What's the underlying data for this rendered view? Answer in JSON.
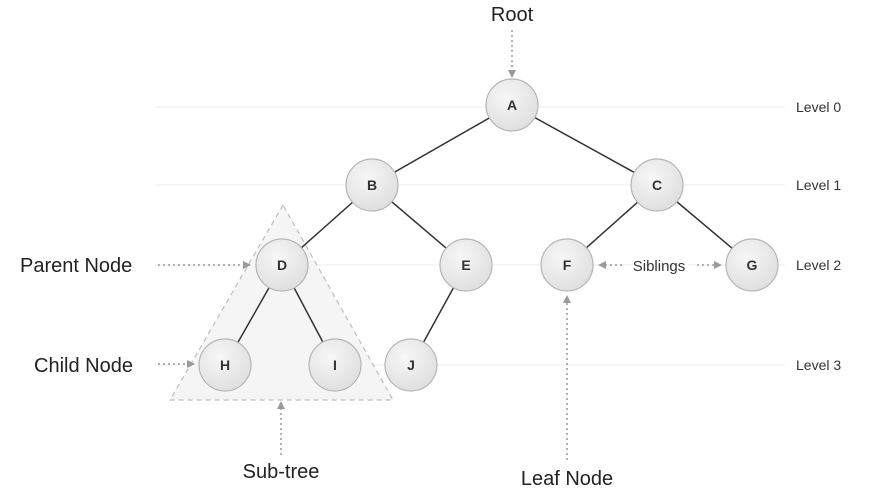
{
  "nodes": {
    "A": "A",
    "B": "B",
    "C": "C",
    "D": "D",
    "E": "E",
    "F": "F",
    "G": "G",
    "H": "H",
    "I": "I",
    "J": "J"
  },
  "levels": [
    "Level 0",
    "Level 1",
    "Level 2",
    "Level 3"
  ],
  "callouts": {
    "root": "Root",
    "parent_node": "Parent Node",
    "child_node": "Child Node",
    "sub_tree": "Sub-tree",
    "leaf_node": "Leaf Node",
    "siblings": "Siblings"
  },
  "colors": {
    "node_fill": "#e6e6e6",
    "node_stroke": "#b5b5b5",
    "edge": "#333333",
    "arrow": "#9a9a9a",
    "guide_line": "#eeeeee"
  }
}
